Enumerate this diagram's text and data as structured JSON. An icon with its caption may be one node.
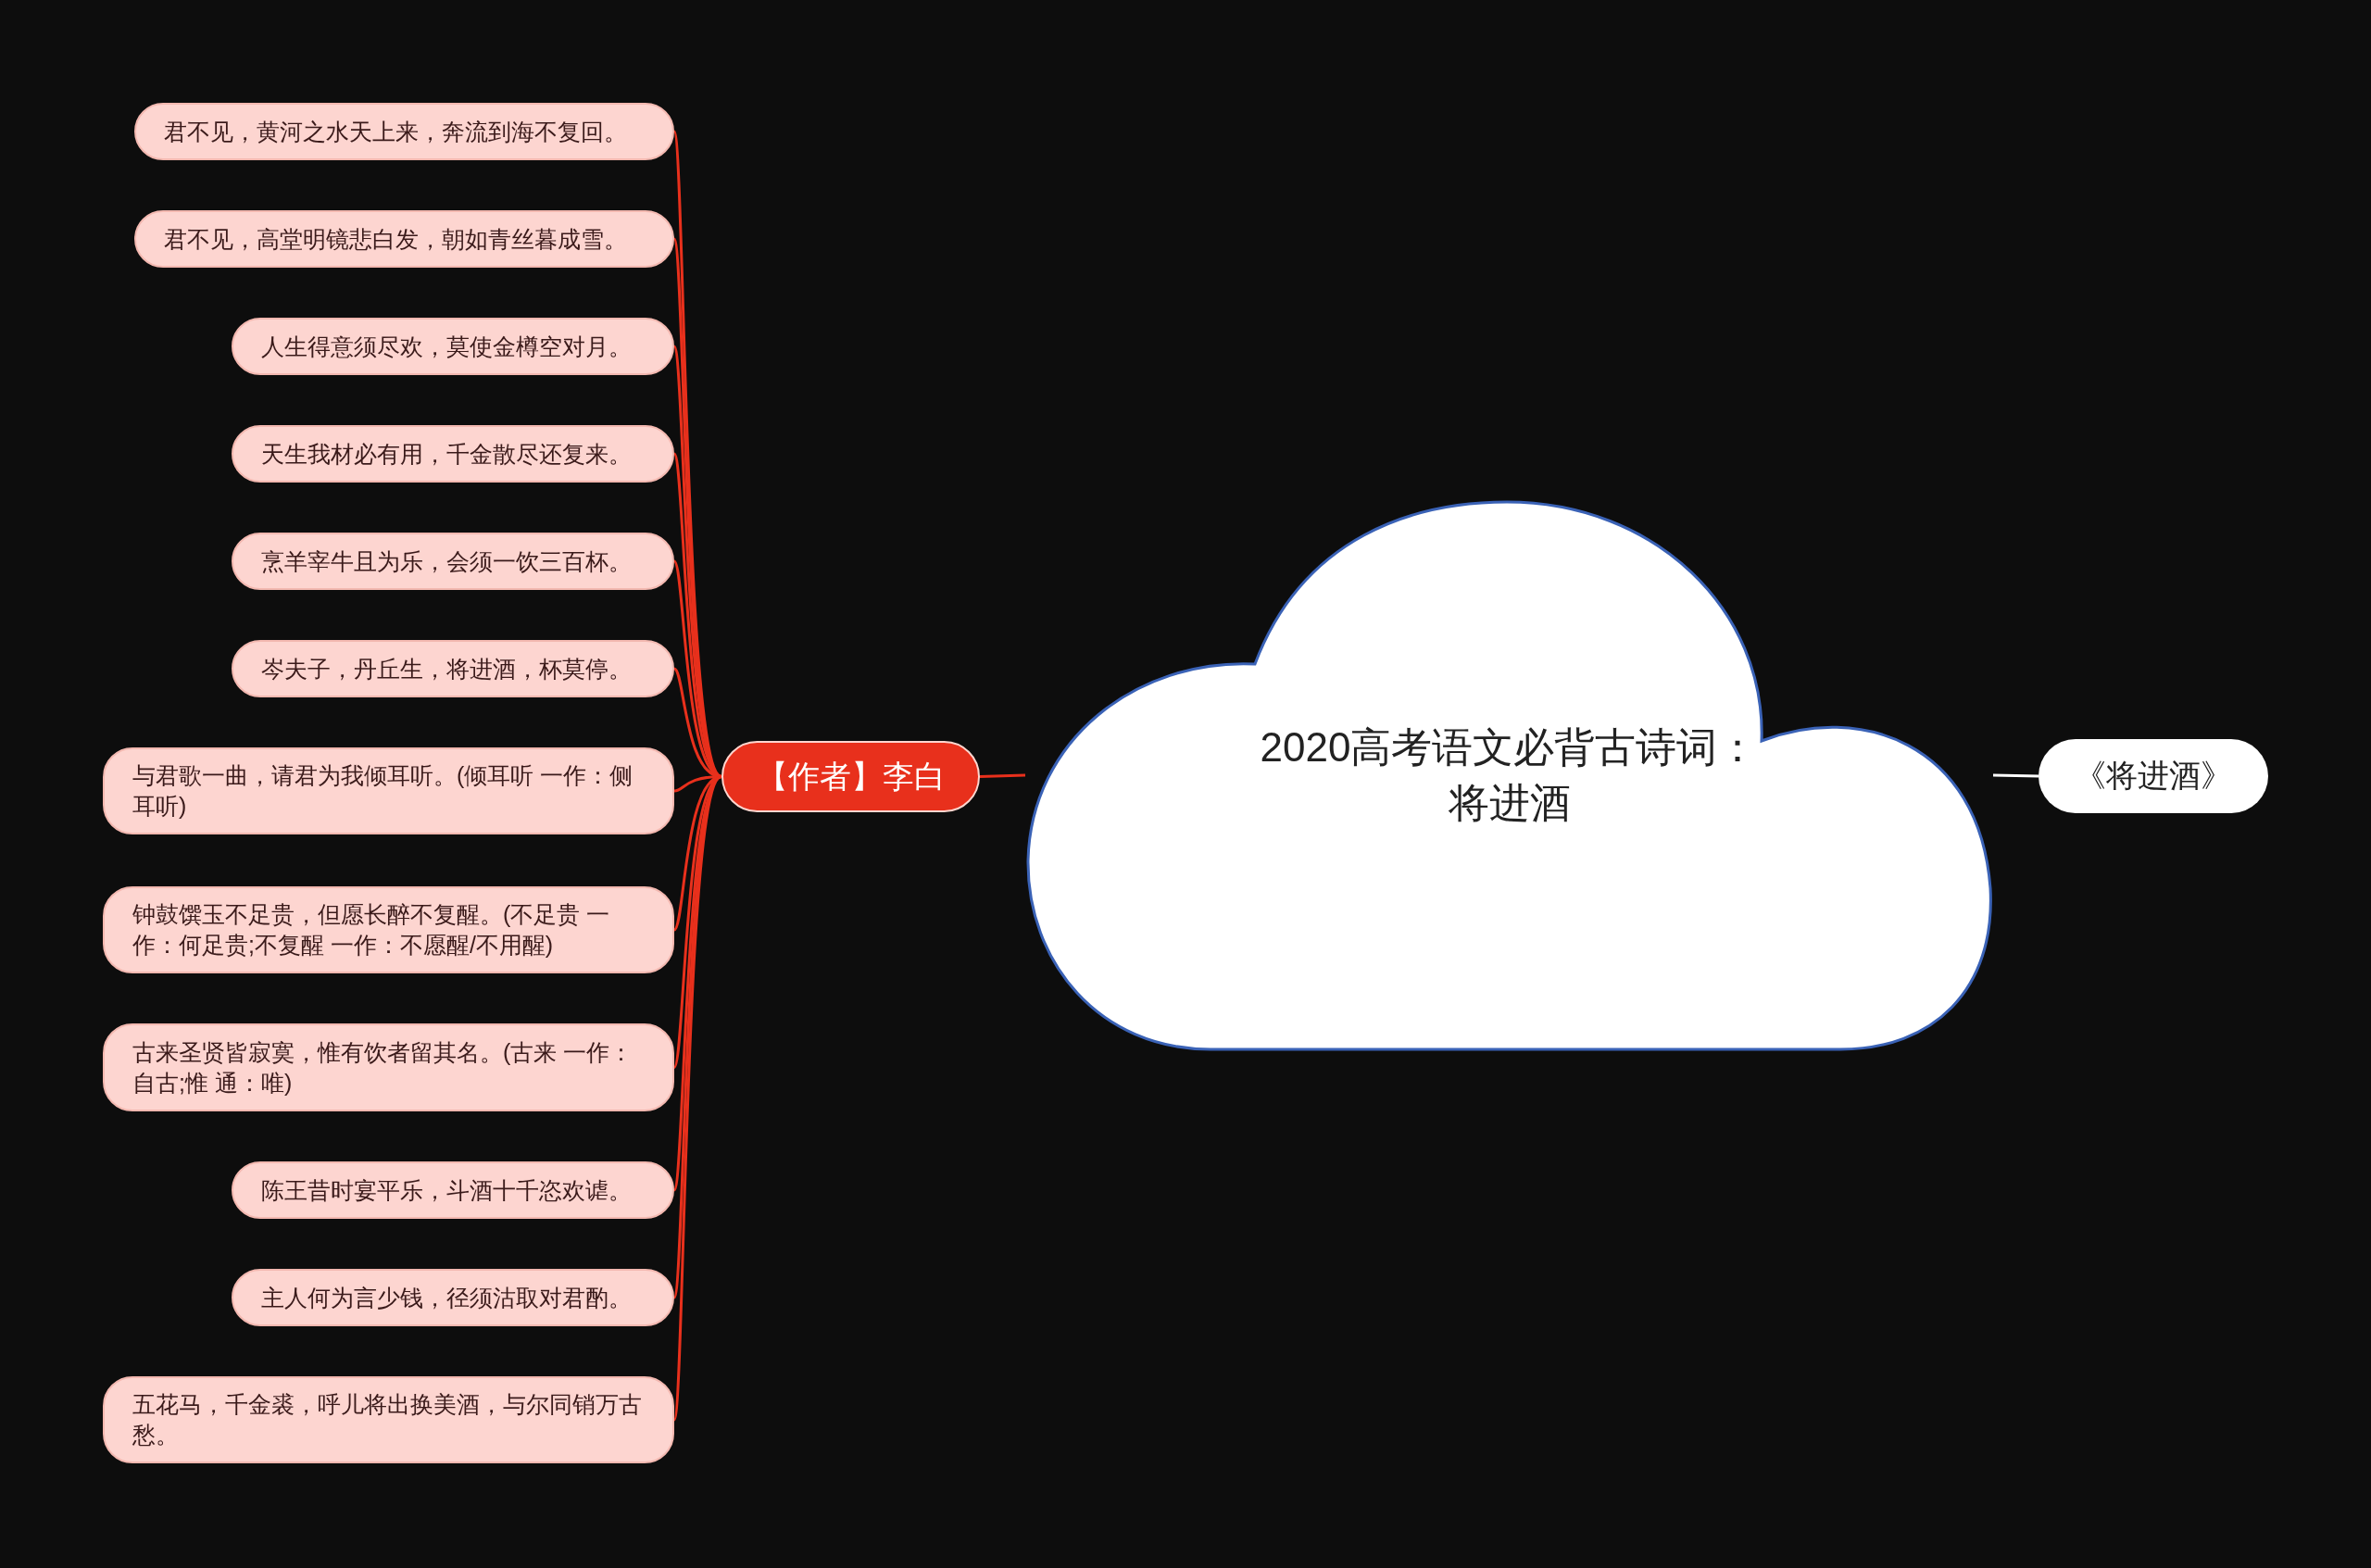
{
  "diagram": {
    "nodes": [
      {
        "text": [
          "2020高考语文必背古诗词：将进酒"
        ]
      },
      {
        "text": [
          "【作者】李白"
        ]
      },
      {
        "text": [
          "君不见，黄河之水天上来，奔流到海不复回。"
        ]
      },
      {
        "text": [
          "君不见，高堂明镜悲白发，朝如青丝暮成雪。"
        ]
      },
      {
        "text": [
          "人生得意须尽欢，莫使金樽空对月。"
        ]
      },
      {
        "text": [
          "天生我材必有用，千金散尽还复来。"
        ]
      },
      {
        "text": [
          "烹羊宰牛且为乐，会须一饮三百杯。"
        ]
      },
      {
        "text": [
          "岑夫子，丹丘生，将进酒，杯莫停。"
        ]
      },
      {
        "text": [
          "与君歌一曲，请君为我倾耳听。(倾耳听 一作：侧耳听)"
        ]
      },
      {
        "text": [
          "钟鼓馔玉不足贵，但愿长醉不复醒。(不足贵 一作：何足贵;不复醒 一作：不愿醒/不用醒)"
        ]
      },
      {
        "text": [
          "古来圣贤皆寂寞，惟有饮者留其名。(古来 一作：自古;惟 通：唯)"
        ]
      },
      {
        "text": [
          "陈王昔时宴平乐，斗酒十千恣欢谑。"
        ]
      },
      {
        "text": [
          "主人何为言少钱，径须沽取对君酌。"
        ]
      },
      {
        "text": [
          "五花马，千金裘，呼儿将出换美酒，与尔同销万古愁。"
        ]
      },
      {
        "text": [
          "《将进酒》"
        ]
      }
    ],
    "edges": [
      {
        "from": 0,
        "to": 1,
        "arrow": "none"
      },
      {
        "from": 1,
        "to": 2,
        "arrow": "none"
      },
      {
        "from": 1,
        "to": 3,
        "arrow": "none"
      },
      {
        "from": 1,
        "to": 4,
        "arrow": "none"
      },
      {
        "from": 1,
        "to": 5,
        "arrow": "none"
      },
      {
        "from": 1,
        "to": 6,
        "arrow": "none"
      },
      {
        "from": 1,
        "to": 7,
        "arrow": "none"
      },
      {
        "from": 1,
        "to": 8,
        "arrow": "none"
      },
      {
        "from": 1,
        "to": 9,
        "arrow": "none"
      },
      {
        "from": 1,
        "to": 10,
        "arrow": "none"
      },
      {
        "from": 1,
        "to": 11,
        "arrow": "none"
      },
      {
        "from": 1,
        "to": 12,
        "arrow": "none"
      },
      {
        "from": 1,
        "to": 13,
        "arrow": "none"
      },
      {
        "from": 0,
        "to": 14,
        "arrow": "none",
        "color": "#ffffff"
      }
    ]
  }
}
